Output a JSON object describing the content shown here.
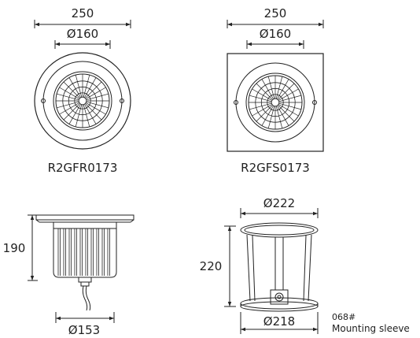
{
  "views": {
    "round_top": {
      "width_dim": "250",
      "inner_dim": "Ø160",
      "model": "R2GFR0173"
    },
    "square_top": {
      "width_dim": "250",
      "inner_dim": "Ø160",
      "model": "R2GFS0173"
    },
    "side": {
      "height_dim": "190",
      "bottom_dim": "Ø153"
    },
    "sleeve": {
      "top_dim": "Ø222",
      "height_dim": "220",
      "bottom_dim": "Ø218",
      "code": "068#",
      "caption": "Mounting sleeve"
    }
  },
  "colors": {
    "line": "#222222"
  }
}
